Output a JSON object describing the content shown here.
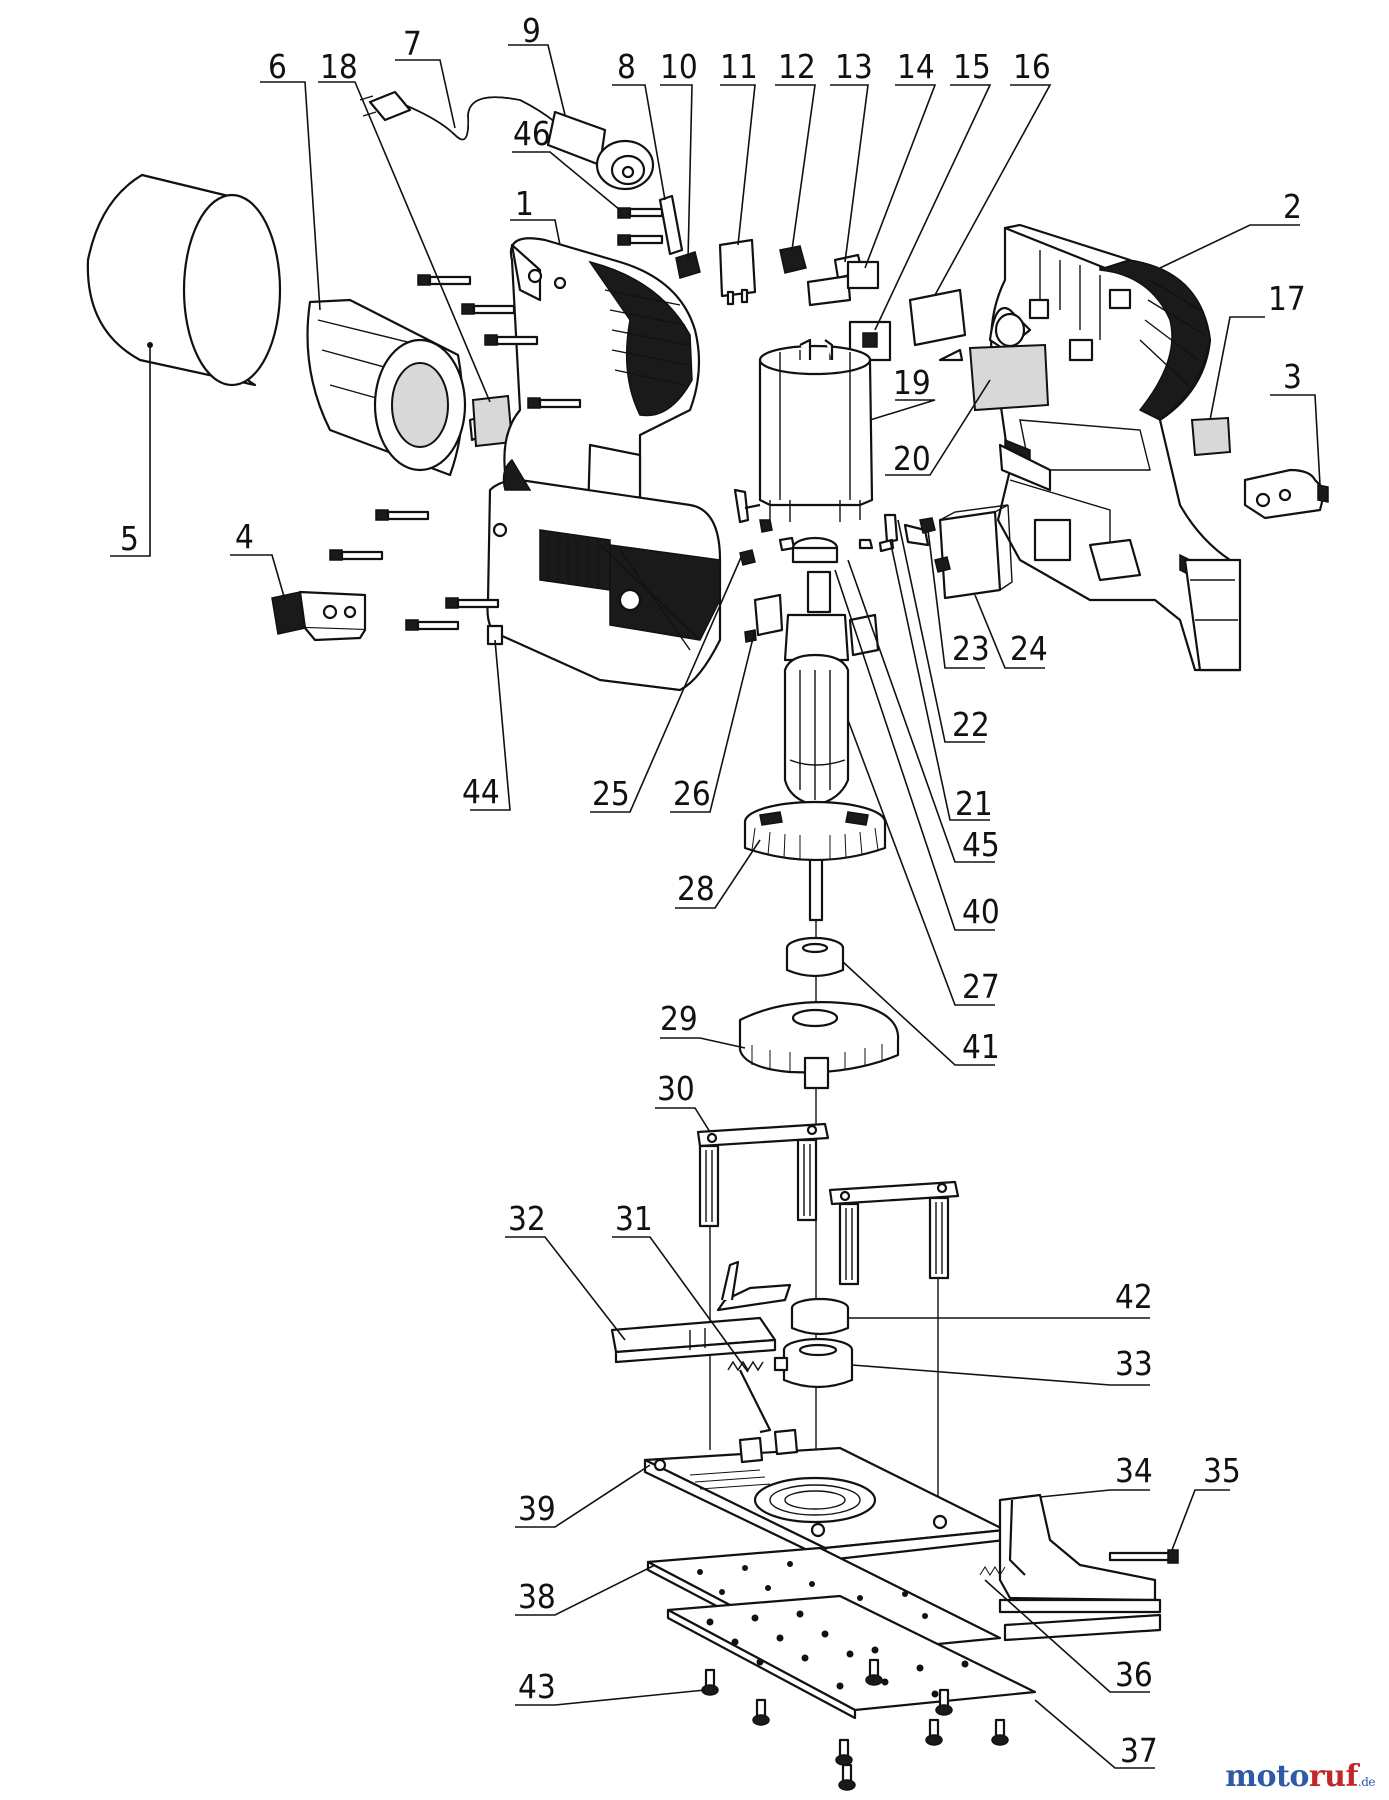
{
  "callouts": [
    {
      "id": "1",
      "text": "1"
    },
    {
      "id": "2",
      "text": "2"
    },
    {
      "id": "3",
      "text": "3"
    },
    {
      "id": "4",
      "text": "4"
    },
    {
      "id": "5",
      "text": "5"
    },
    {
      "id": "6",
      "text": "6"
    },
    {
      "id": "7",
      "text": "7"
    },
    {
      "id": "8",
      "text": "8"
    },
    {
      "id": "9",
      "text": "9"
    },
    {
      "id": "10",
      "text": "10"
    },
    {
      "id": "11",
      "text": "11"
    },
    {
      "id": "12",
      "text": "12"
    },
    {
      "id": "13",
      "text": "13"
    },
    {
      "id": "14",
      "text": "14"
    },
    {
      "id": "15",
      "text": "15"
    },
    {
      "id": "16",
      "text": "16"
    },
    {
      "id": "17",
      "text": "17"
    },
    {
      "id": "18",
      "text": "18"
    },
    {
      "id": "19",
      "text": "19"
    },
    {
      "id": "20",
      "text": "20"
    },
    {
      "id": "21",
      "text": "21"
    },
    {
      "id": "22",
      "text": "22"
    },
    {
      "id": "23",
      "text": "23"
    },
    {
      "id": "24",
      "text": "24"
    },
    {
      "id": "25",
      "text": "25"
    },
    {
      "id": "26",
      "text": "26"
    },
    {
      "id": "27",
      "text": "27"
    },
    {
      "id": "28",
      "text": "28"
    },
    {
      "id": "29",
      "text": "29"
    },
    {
      "id": "30",
      "text": "30"
    },
    {
      "id": "31",
      "text": "31"
    },
    {
      "id": "32",
      "text": "32"
    },
    {
      "id": "33",
      "text": "33"
    },
    {
      "id": "34",
      "text": "34"
    },
    {
      "id": "35",
      "text": "35"
    },
    {
      "id": "36",
      "text": "36"
    },
    {
      "id": "37",
      "text": "37"
    },
    {
      "id": "38",
      "text": "38"
    },
    {
      "id": "39",
      "text": "39"
    },
    {
      "id": "40",
      "text": "40"
    },
    {
      "id": "41",
      "text": "41"
    },
    {
      "id": "42",
      "text": "42"
    },
    {
      "id": "43",
      "text": "43"
    },
    {
      "id": "44",
      "text": "44"
    },
    {
      "id": "45",
      "text": "45"
    },
    {
      "id": "46",
      "text": "46"
    }
  ],
  "watermark": {
    "part1": "moto",
    "part2": "ruf",
    "part3": ".de"
  }
}
